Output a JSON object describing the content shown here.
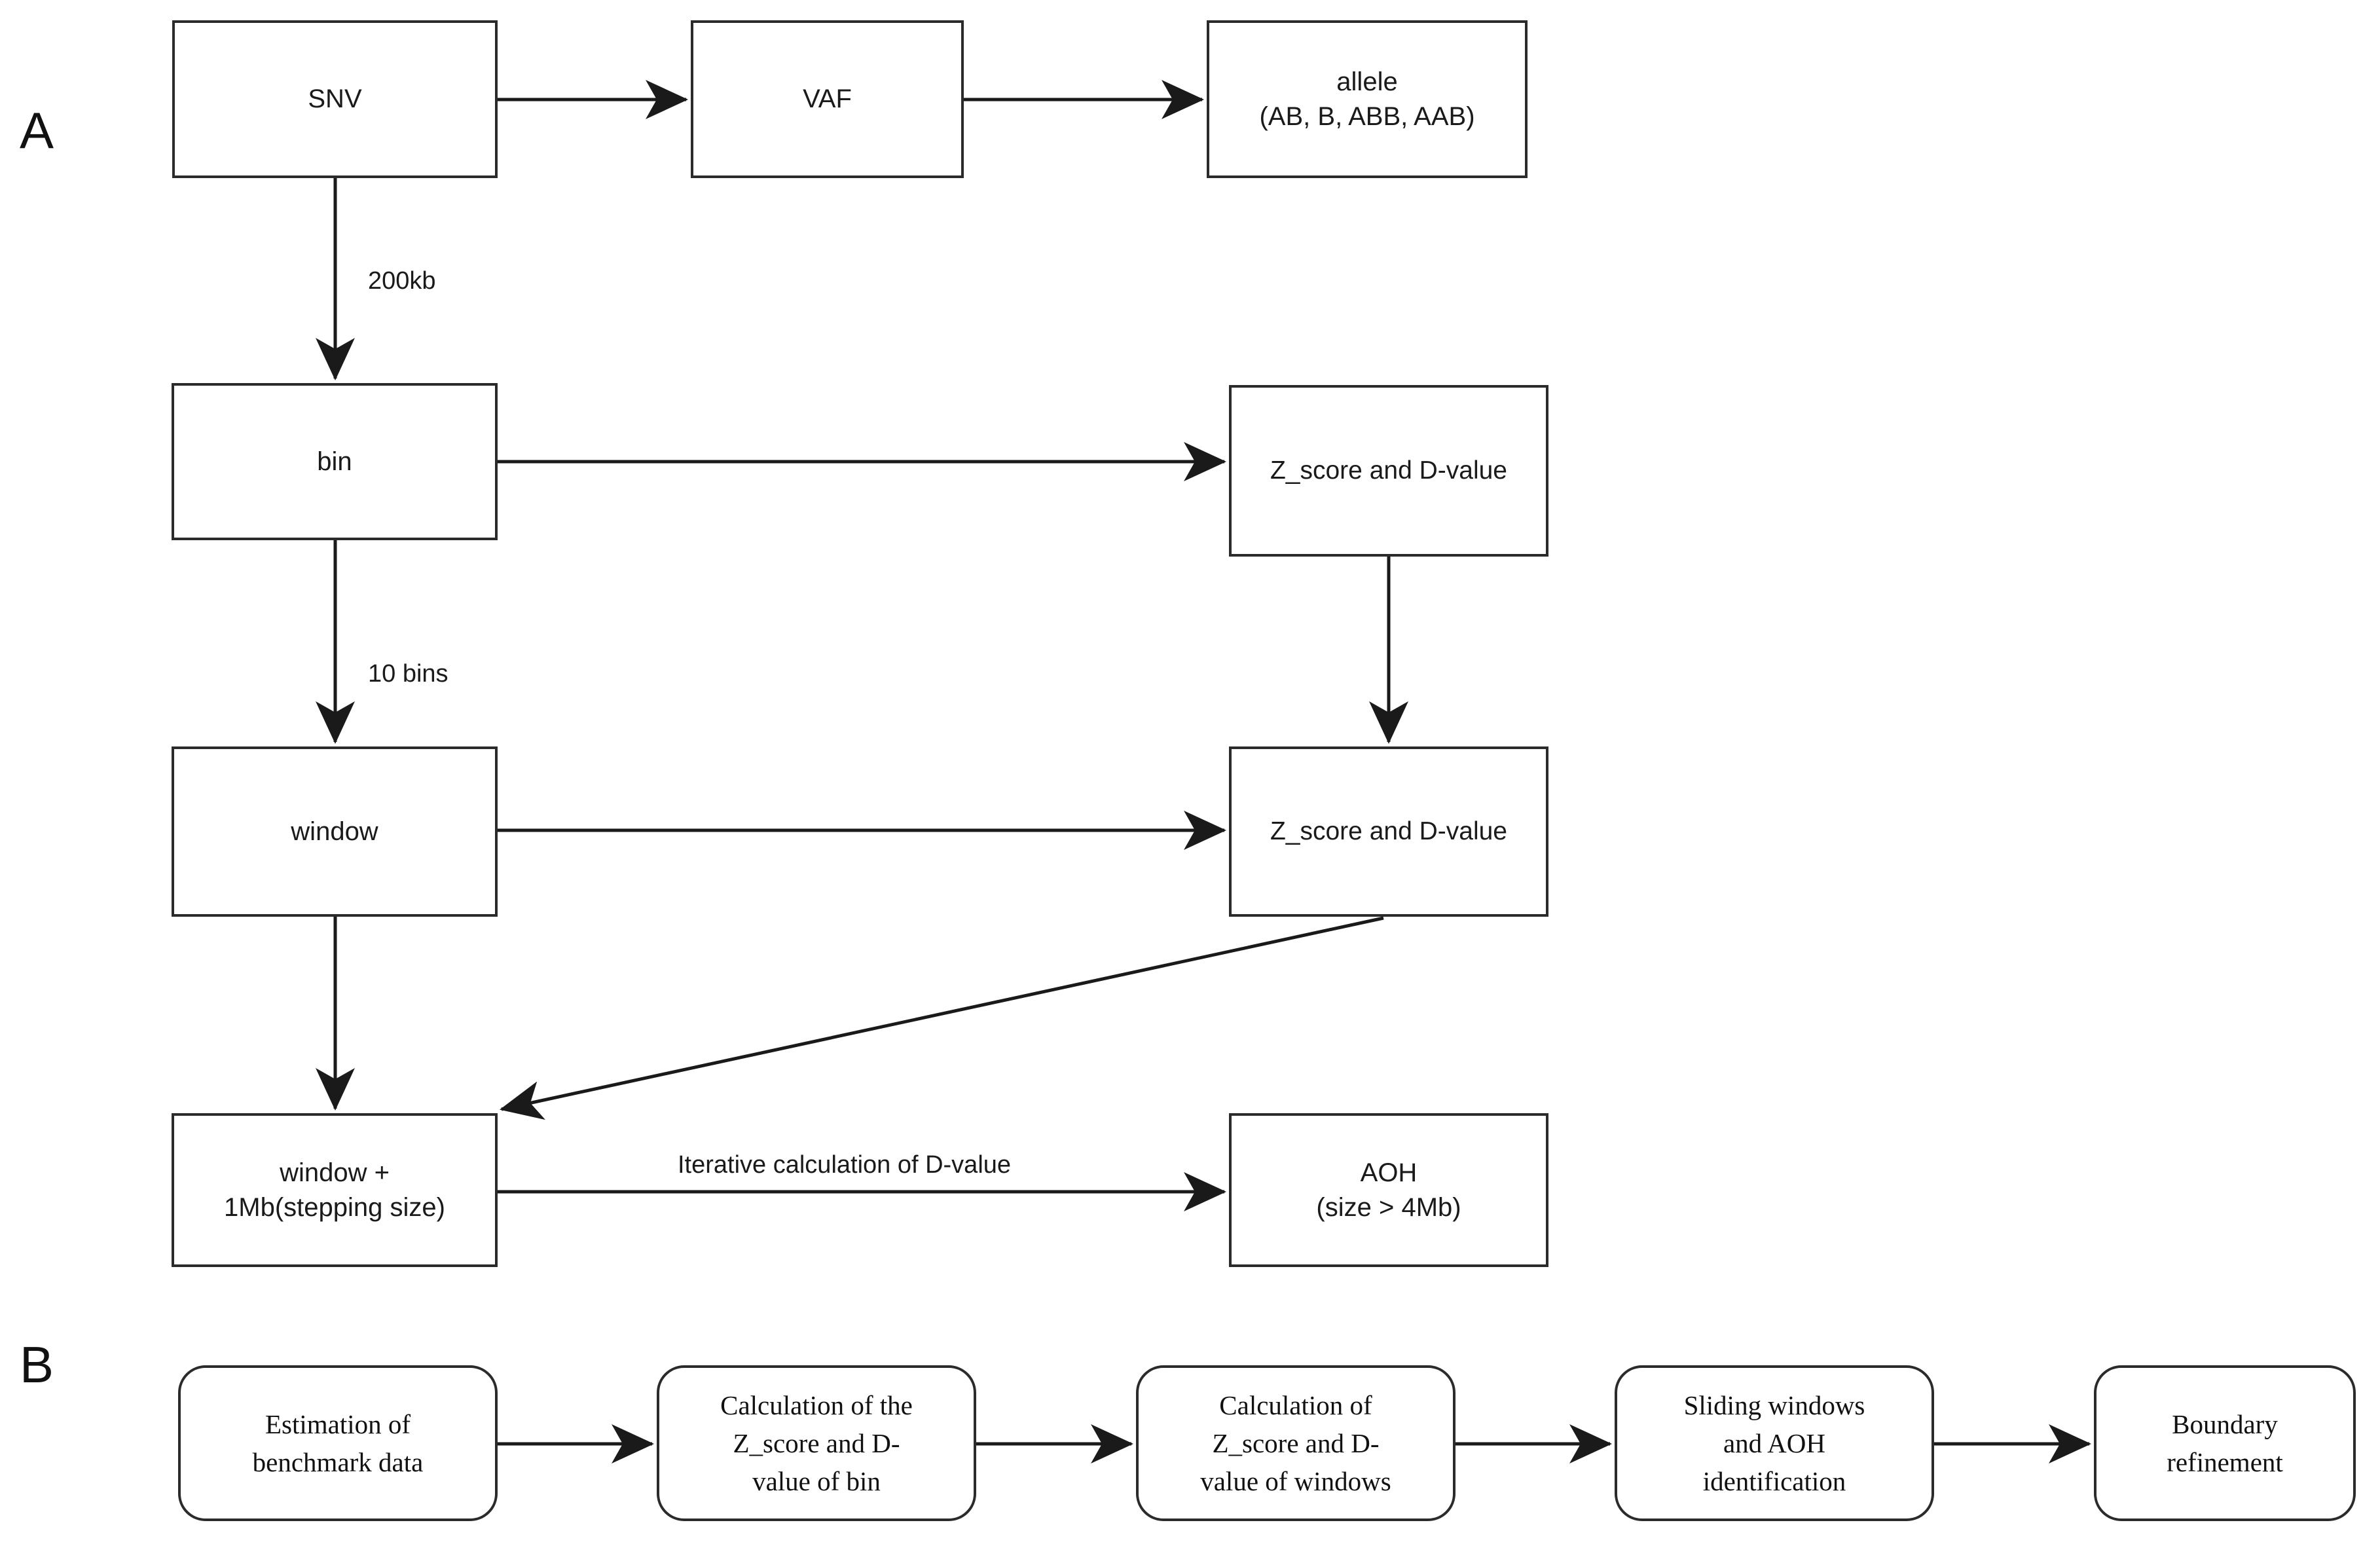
{
  "figure": {
    "panels": [
      {
        "id": "A",
        "label": "A",
        "nodes": [
          {
            "key": "snv",
            "label": "SNV"
          },
          {
            "key": "vaf",
            "label": "VAF"
          },
          {
            "key": "allele",
            "label": "allele\n(AB, B, ABB, AAB)"
          },
          {
            "key": "bin",
            "label": "bin"
          },
          {
            "key": "zd_bin",
            "label": "Z_score and D-value"
          },
          {
            "key": "window",
            "label": "window"
          },
          {
            "key": "zd_win",
            "label": "Z_score and D-value"
          },
          {
            "key": "window1mb",
            "label": "window +\n1Mb(stepping size)"
          },
          {
            "key": "aoh",
            "label": "AOH\n(size > 4Mb)"
          }
        ],
        "edge_labels": [
          {
            "key": "snv_to_bin",
            "label": "200kb"
          },
          {
            "key": "bin_to_window",
            "label": "10 bins"
          },
          {
            "key": "window1mb_to_aoh",
            "label": "Iterative calculation of D-value"
          }
        ]
      },
      {
        "id": "B",
        "label": "B",
        "nodes": [
          {
            "key": "b1",
            "label": "Estimation of\nbenchmark data"
          },
          {
            "key": "b2",
            "label": "Calculation of the\nZ_score and D-\nvalue of bin"
          },
          {
            "key": "b3",
            "label": "Calculation of\nZ_score and D-\nvalue of windows"
          },
          {
            "key": "b4",
            "label": "Sliding windows\nand AOH\nidentification"
          },
          {
            "key": "b5",
            "label": "Boundary\nrefinement"
          }
        ]
      }
    ],
    "colors": {
      "stroke": "#2b2b2b",
      "text": "#1a1a1a",
      "background": "#ffffff"
    }
  }
}
